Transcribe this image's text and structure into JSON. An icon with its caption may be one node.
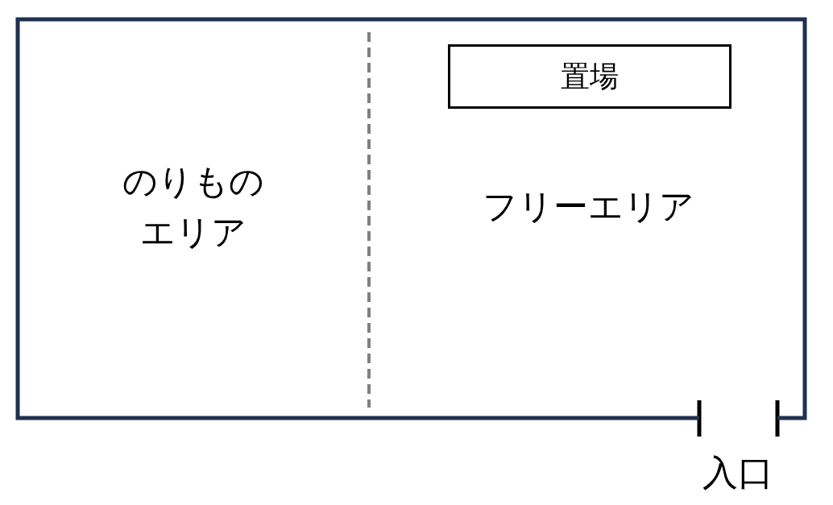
{
  "diagram": {
    "nodes": [
      {
        "text": [],
        "shape": "box"
      },
      {
        "text": [
          "のりものエリア"
        ],
        "in": 0
      },
      {
        "text": [
          "フリーエリア"
        ],
        "in": 0
      },
      {
        "text": [
          "置場"
        ],
        "in": 2
      }
    ],
    "labels": [
      "入口"
    ]
  }
}
